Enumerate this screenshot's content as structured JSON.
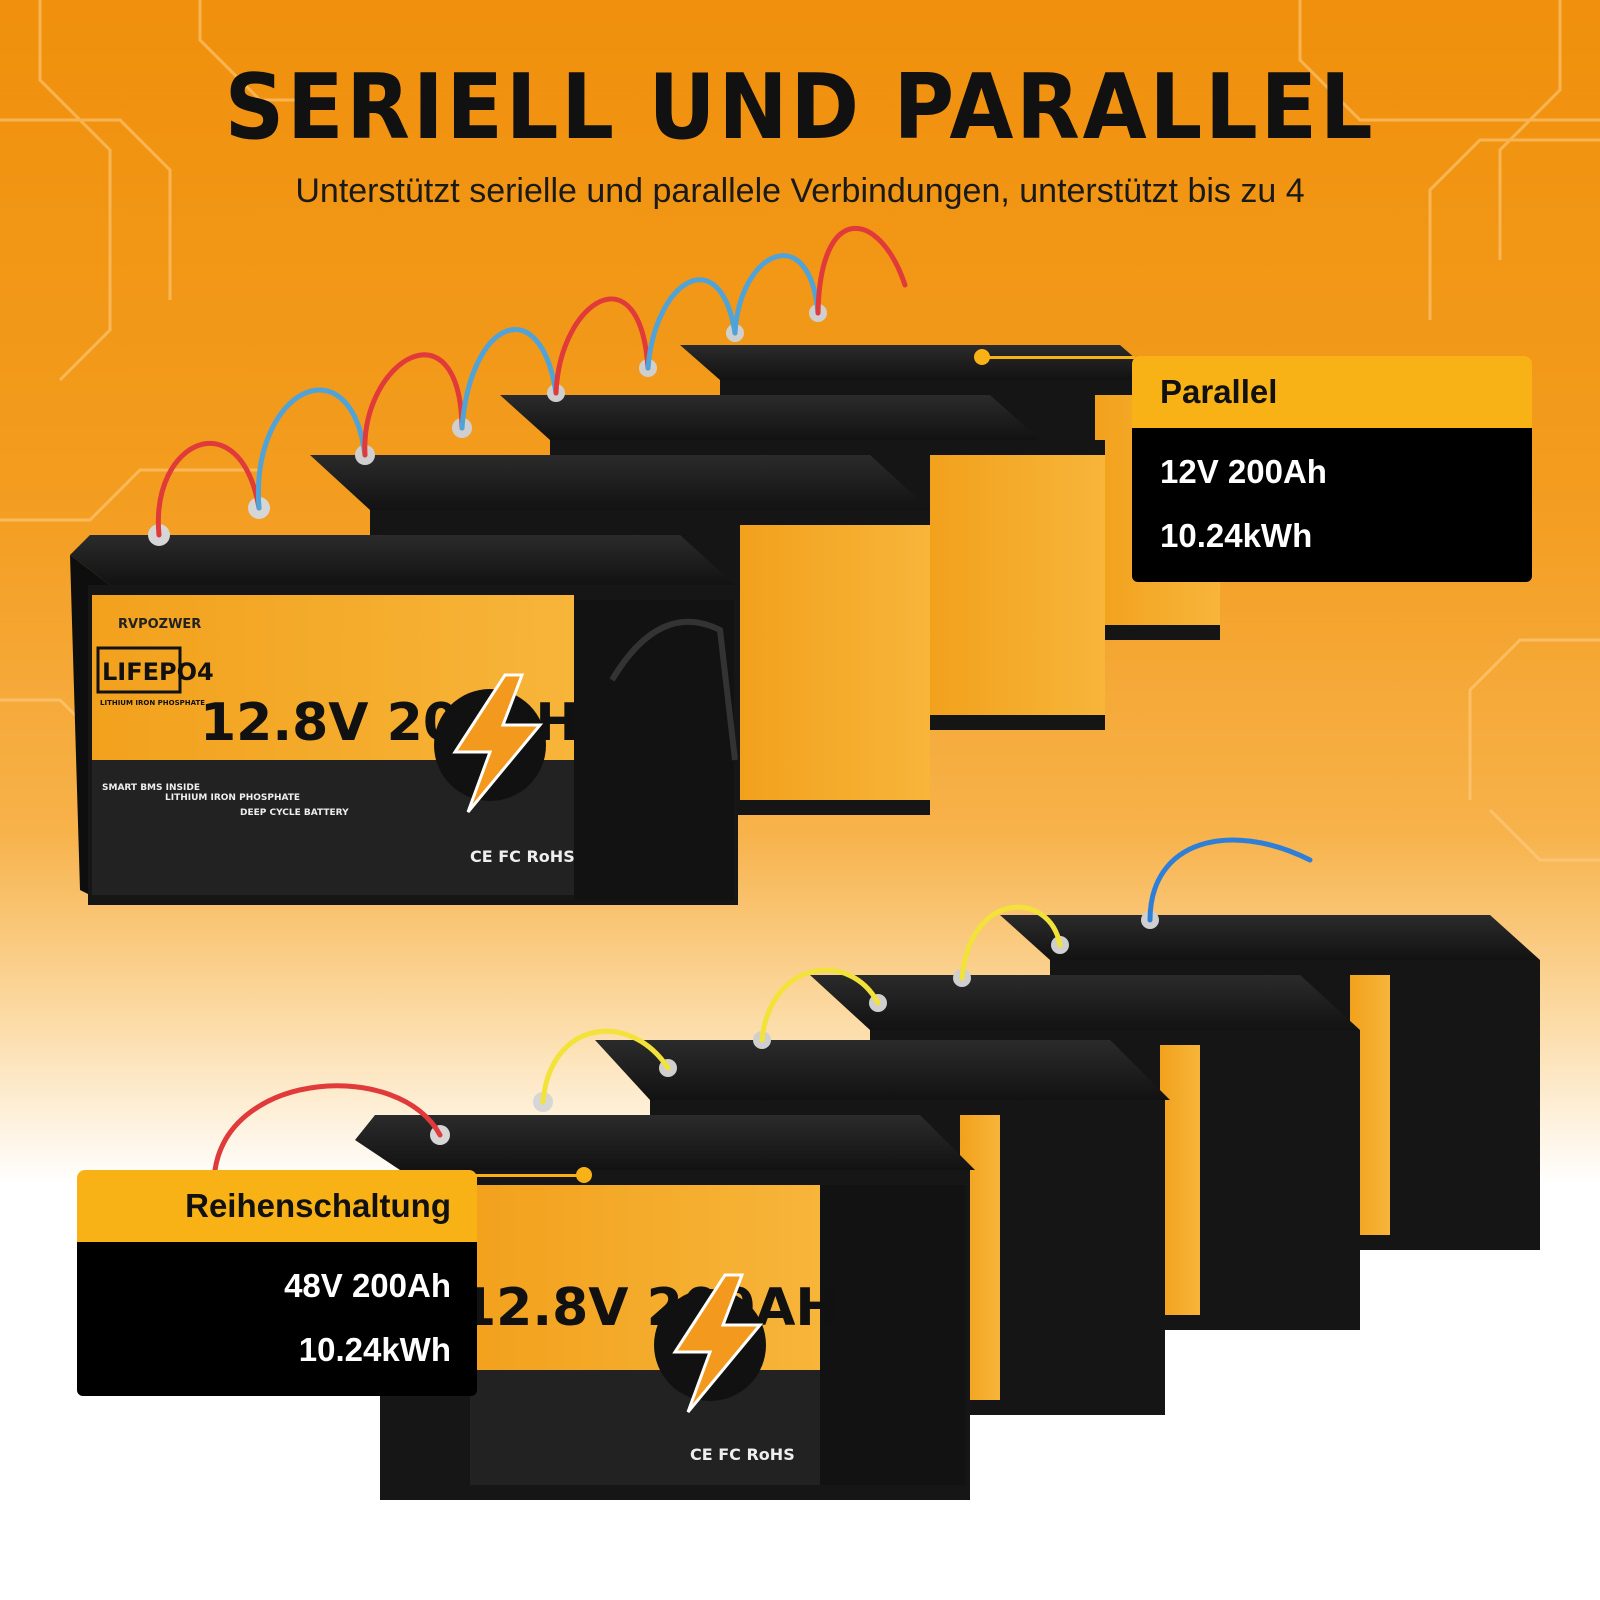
{
  "header": {
    "title": "SERIELL UND PARALLEL",
    "subtitle": "Unterstützt serielle und parallele Verbindungen, unterstützt bis zu 4"
  },
  "parallel": {
    "label": "Parallel",
    "spec_voltage_capacity": "12V 200Ah",
    "spec_energy": "10.24kWh"
  },
  "series": {
    "label": "Reihenschaltung",
    "spec_voltage_capacity": "48V 200Ah",
    "spec_energy": "10.24kWh"
  },
  "battery_label": {
    "brand": "RVPOZWER",
    "chemistry": "LIFEPO4",
    "chemistry_sub": "LITHIUM IRON PHOSPHATE",
    "rating": "12.8V 200AH",
    "feature_1": "SMART BMS INSIDE",
    "feature_2": "LITHIUM IRON PHOSPHATE",
    "feature_3": "DEEP CYCLE BATTERY",
    "certifications": "CE FC RoHS"
  },
  "colors": {
    "accent": "#f8b216",
    "background_top": "#f0900c",
    "battery_case": "#151515",
    "cable_positive": "#e03a3a",
    "cable_negative": "#4fa3d9",
    "cable_series_link": "#f2e23a",
    "cable_series_end": "#2f7fd8"
  }
}
